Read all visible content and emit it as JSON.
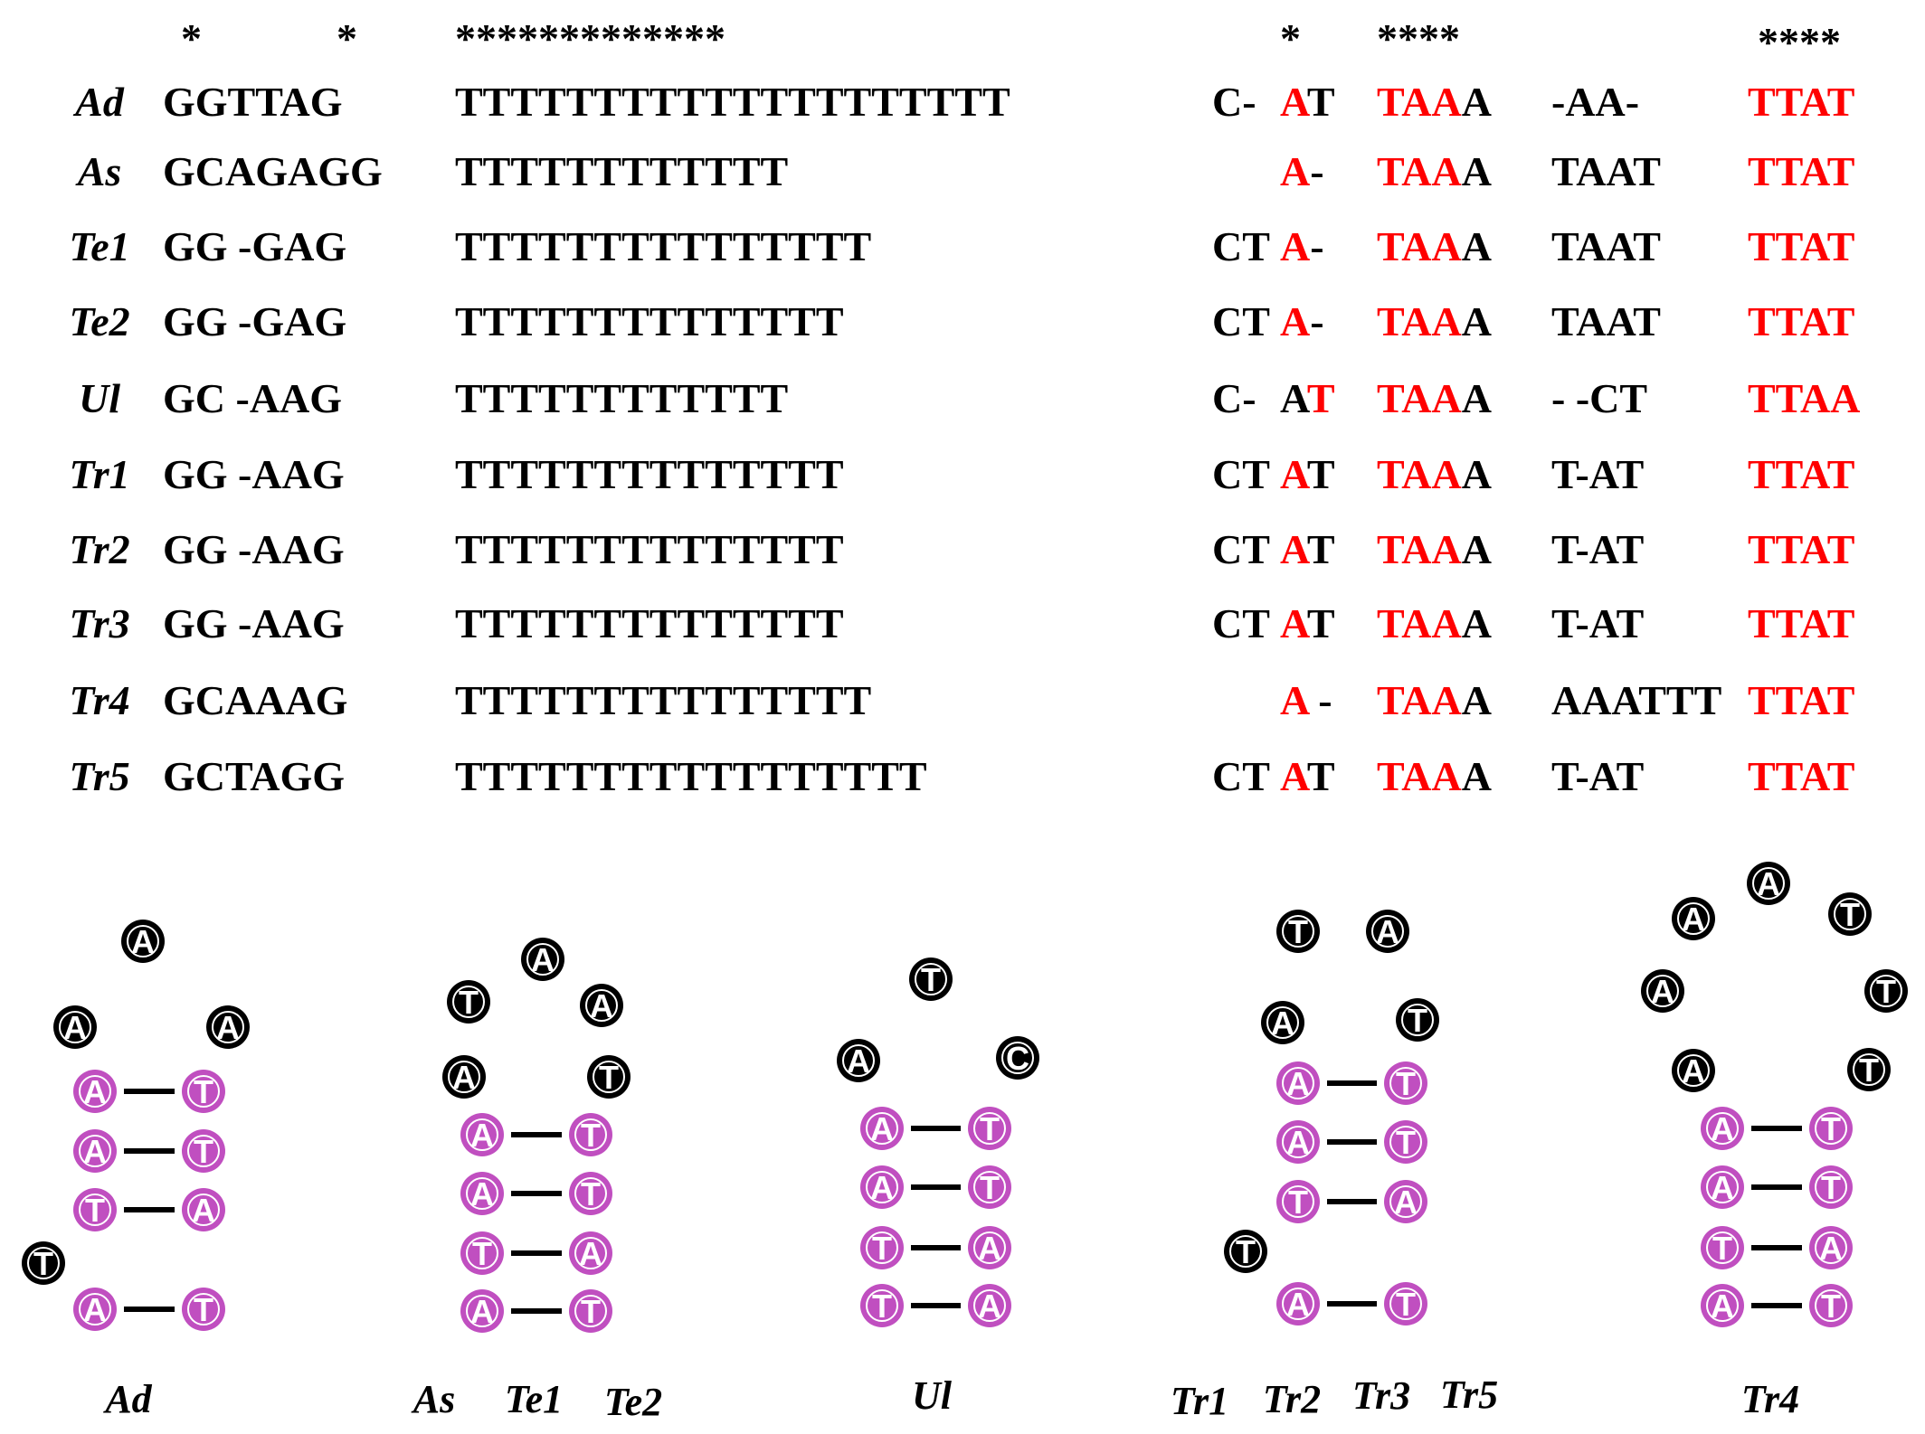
{
  "colors": {
    "red": "#ff0000",
    "black": "#000000",
    "paired": "#c04fc0",
    "unpaired": "#000000"
  },
  "alignment": {
    "stars": {
      "s1": "*",
      "s2": "*",
      "s3": "*************",
      "s4": "*",
      "s5": "****",
      "s6": "****"
    },
    "rows": [
      {
        "species": "Ad",
        "seg1": "GGTTAG",
        "seg2": "TTTTTTTTTTTTTTTTTTTT",
        "m1": [
          {
            "t": "C-",
            "c": "black"
          }
        ],
        "m2": [
          {
            "t": "A",
            "c": "red"
          },
          {
            "t": "T",
            "c": "black"
          }
        ],
        "m3": [
          {
            "t": "TAA",
            "c": "red"
          },
          {
            "t": "A",
            "c": "black"
          }
        ],
        "m4": [
          {
            "t": "-AA-",
            "c": "black"
          }
        ],
        "m5": [
          {
            "t": "TTAT",
            "c": "red"
          }
        ]
      },
      {
        "species": "As",
        "seg1": "GCAGAGG",
        "seg2": "TTTTTTTTTTTT",
        "m1": [],
        "m2": [
          {
            "t": "A",
            "c": "red"
          },
          {
            "t": "-",
            "c": "black"
          }
        ],
        "m3": [
          {
            "t": "TAA",
            "c": "red"
          },
          {
            "t": "A",
            "c": "black"
          }
        ],
        "m4": [
          {
            "t": "TAAT",
            "c": "black"
          }
        ],
        "m5": [
          {
            "t": "TTAT",
            "c": "red"
          }
        ]
      },
      {
        "species": "Te1",
        "seg1": "GG -GAG",
        "seg2": "TTTTTTTTTTTTTTT",
        "m1": [
          {
            "t": "CT",
            "c": "black"
          }
        ],
        "m2": [
          {
            "t": "A",
            "c": "red"
          },
          {
            "t": "-",
            "c": "black"
          }
        ],
        "m3": [
          {
            "t": "TAA",
            "c": "red"
          },
          {
            "t": "A",
            "c": "black"
          }
        ],
        "m4": [
          {
            "t": "TAAT",
            "c": "black"
          }
        ],
        "m5": [
          {
            "t": "TTAT",
            "c": "red"
          }
        ]
      },
      {
        "species": "Te2",
        "seg1": "GG -GAG",
        "seg2": "TTTTTTTTTTTTTT",
        "m1": [
          {
            "t": "CT",
            "c": "black"
          }
        ],
        "m2": [
          {
            "t": "A",
            "c": "red"
          },
          {
            "t": "-",
            "c": "black"
          }
        ],
        "m3": [
          {
            "t": "TAA",
            "c": "red"
          },
          {
            "t": "A",
            "c": "black"
          }
        ],
        "m4": [
          {
            "t": "TAAT",
            "c": "black"
          }
        ],
        "m5": [
          {
            "t": "TTAT",
            "c": "red"
          }
        ]
      },
      {
        "species": "Ul",
        "seg1": "GC -AAG",
        "seg2": "TTTTTTTTTTTT",
        "m1": [
          {
            "t": "C-",
            "c": "black"
          }
        ],
        "m2": [
          {
            "t": "A",
            "c": "black"
          },
          {
            "t": "T",
            "c": "red"
          }
        ],
        "m3": [
          {
            "t": "TAA",
            "c": "red"
          },
          {
            "t": "A",
            "c": "black"
          }
        ],
        "m4": [
          {
            "t": "- -CT",
            "c": "black"
          }
        ],
        "m5": [
          {
            "t": "TTAA",
            "c": "red"
          }
        ]
      },
      {
        "species": "Tr1",
        "seg1": "GG -AAG",
        "seg2": "TTTTTTTTTTTTTT",
        "m1": [
          {
            "t": "CT",
            "c": "black"
          }
        ],
        "m2": [
          {
            "t": "A",
            "c": "red"
          },
          {
            "t": "T",
            "c": "black"
          }
        ],
        "m3": [
          {
            "t": "TAA",
            "c": "red"
          },
          {
            "t": "A",
            "c": "black"
          }
        ],
        "m4": [
          {
            "t": "T-AT",
            "c": "black"
          }
        ],
        "m5": [
          {
            "t": "TTAT",
            "c": "red"
          }
        ]
      },
      {
        "species": "Tr2",
        "seg1": "GG -AAG",
        "seg2": "TTTTTTTTTTTTTT",
        "m1": [
          {
            "t": "CT",
            "c": "black"
          }
        ],
        "m2": [
          {
            "t": "A",
            "c": "red"
          },
          {
            "t": "T",
            "c": "black"
          }
        ],
        "m3": [
          {
            "t": "TAA",
            "c": "red"
          },
          {
            "t": "A",
            "c": "black"
          }
        ],
        "m4": [
          {
            "t": "T-AT",
            "c": "black"
          }
        ],
        "m5": [
          {
            "t": "TTAT",
            "c": "red"
          }
        ]
      },
      {
        "species": "Tr3",
        "seg1": "GG -AAG",
        "seg2": "TTTTTTTTTTTTTT",
        "m1": [
          {
            "t": "CT",
            "c": "black"
          }
        ],
        "m2": [
          {
            "t": "A",
            "c": "red"
          },
          {
            "t": "T",
            "c": "black"
          }
        ],
        "m3": [
          {
            "t": "TAA",
            "c": "red"
          },
          {
            "t": "A",
            "c": "black"
          }
        ],
        "m4": [
          {
            "t": "T-AT",
            "c": "black"
          }
        ],
        "m5": [
          {
            "t": "TTAT",
            "c": "red"
          }
        ]
      },
      {
        "species": "Tr4",
        "seg1": "GCAAAG",
        "seg2": "TTTTTTTTTTTTTTT",
        "m1": [],
        "m2": [
          {
            "t": "A",
            "c": "red"
          },
          {
            "t": " -",
            "c": "black"
          }
        ],
        "m3": [
          {
            "t": "TAA",
            "c": "red"
          },
          {
            "t": "A",
            "c": "black"
          }
        ],
        "m4": [
          {
            "t": "AAATTT",
            "c": "black"
          }
        ],
        "m5": [
          {
            "t": "TTAT",
            "c": "red"
          }
        ]
      },
      {
        "species": "Tr5",
        "seg1": "GCTAGG",
        "seg2": "TTTTTTTTTTTTTTTTT",
        "m1": [
          {
            "t": "CT",
            "c": "black"
          }
        ],
        "m2": [
          {
            "t": "A",
            "c": "red"
          },
          {
            "t": "T",
            "c": "black"
          }
        ],
        "m3": [
          {
            "t": "TAA",
            "c": "red"
          },
          {
            "t": "A",
            "c": "black"
          }
        ],
        "m4": [
          {
            "t": "T-AT",
            "c": "black"
          }
        ],
        "m5": [
          {
            "t": "TTAT",
            "c": "red"
          }
        ]
      }
    ]
  },
  "structures": [
    {
      "id": "ad",
      "labels": [
        "Ad"
      ],
      "loop": [
        "A",
        "A",
        "A"
      ],
      "pairs": [
        [
          "A",
          "T"
        ],
        [
          "A",
          "T"
        ],
        [
          "T",
          "A"
        ],
        [
          "A",
          "T"
        ]
      ],
      "bulge": "T"
    },
    {
      "id": "as",
      "labels": [
        "As",
        "Te1",
        "Te2"
      ],
      "loop": [
        "A",
        "T",
        "A",
        "A",
        "T"
      ],
      "pairs": [
        [
          "A",
          "T"
        ],
        [
          "A",
          "T"
        ],
        [
          "T",
          "A"
        ],
        [
          "A",
          "T"
        ]
      ]
    },
    {
      "id": "ul",
      "labels": [
        "Ul"
      ],
      "loop": [
        "A",
        "T",
        "C"
      ],
      "pairs": [
        [
          "A",
          "T"
        ],
        [
          "A",
          "T"
        ],
        [
          "T",
          "A"
        ],
        [
          "T",
          "A"
        ]
      ]
    },
    {
      "id": "tr1",
      "labels": [
        "Tr1",
        "Tr2",
        "Tr3",
        "Tr5"
      ],
      "loop": [
        "A",
        "T",
        "A",
        "T"
      ],
      "pairs": [
        [
          "A",
          "T"
        ],
        [
          "A",
          "T"
        ],
        [
          "T",
          "A"
        ],
        [
          "A",
          "T"
        ]
      ],
      "bulge": "T"
    },
    {
      "id": "tr4",
      "labels": [
        "Tr4"
      ],
      "loop": [
        "A",
        "A",
        "A",
        "A",
        "T",
        "T",
        "T"
      ],
      "pairs": [
        [
          "A",
          "T"
        ],
        [
          "A",
          "T"
        ],
        [
          "T",
          "A"
        ],
        [
          "A",
          "T"
        ]
      ]
    }
  ]
}
